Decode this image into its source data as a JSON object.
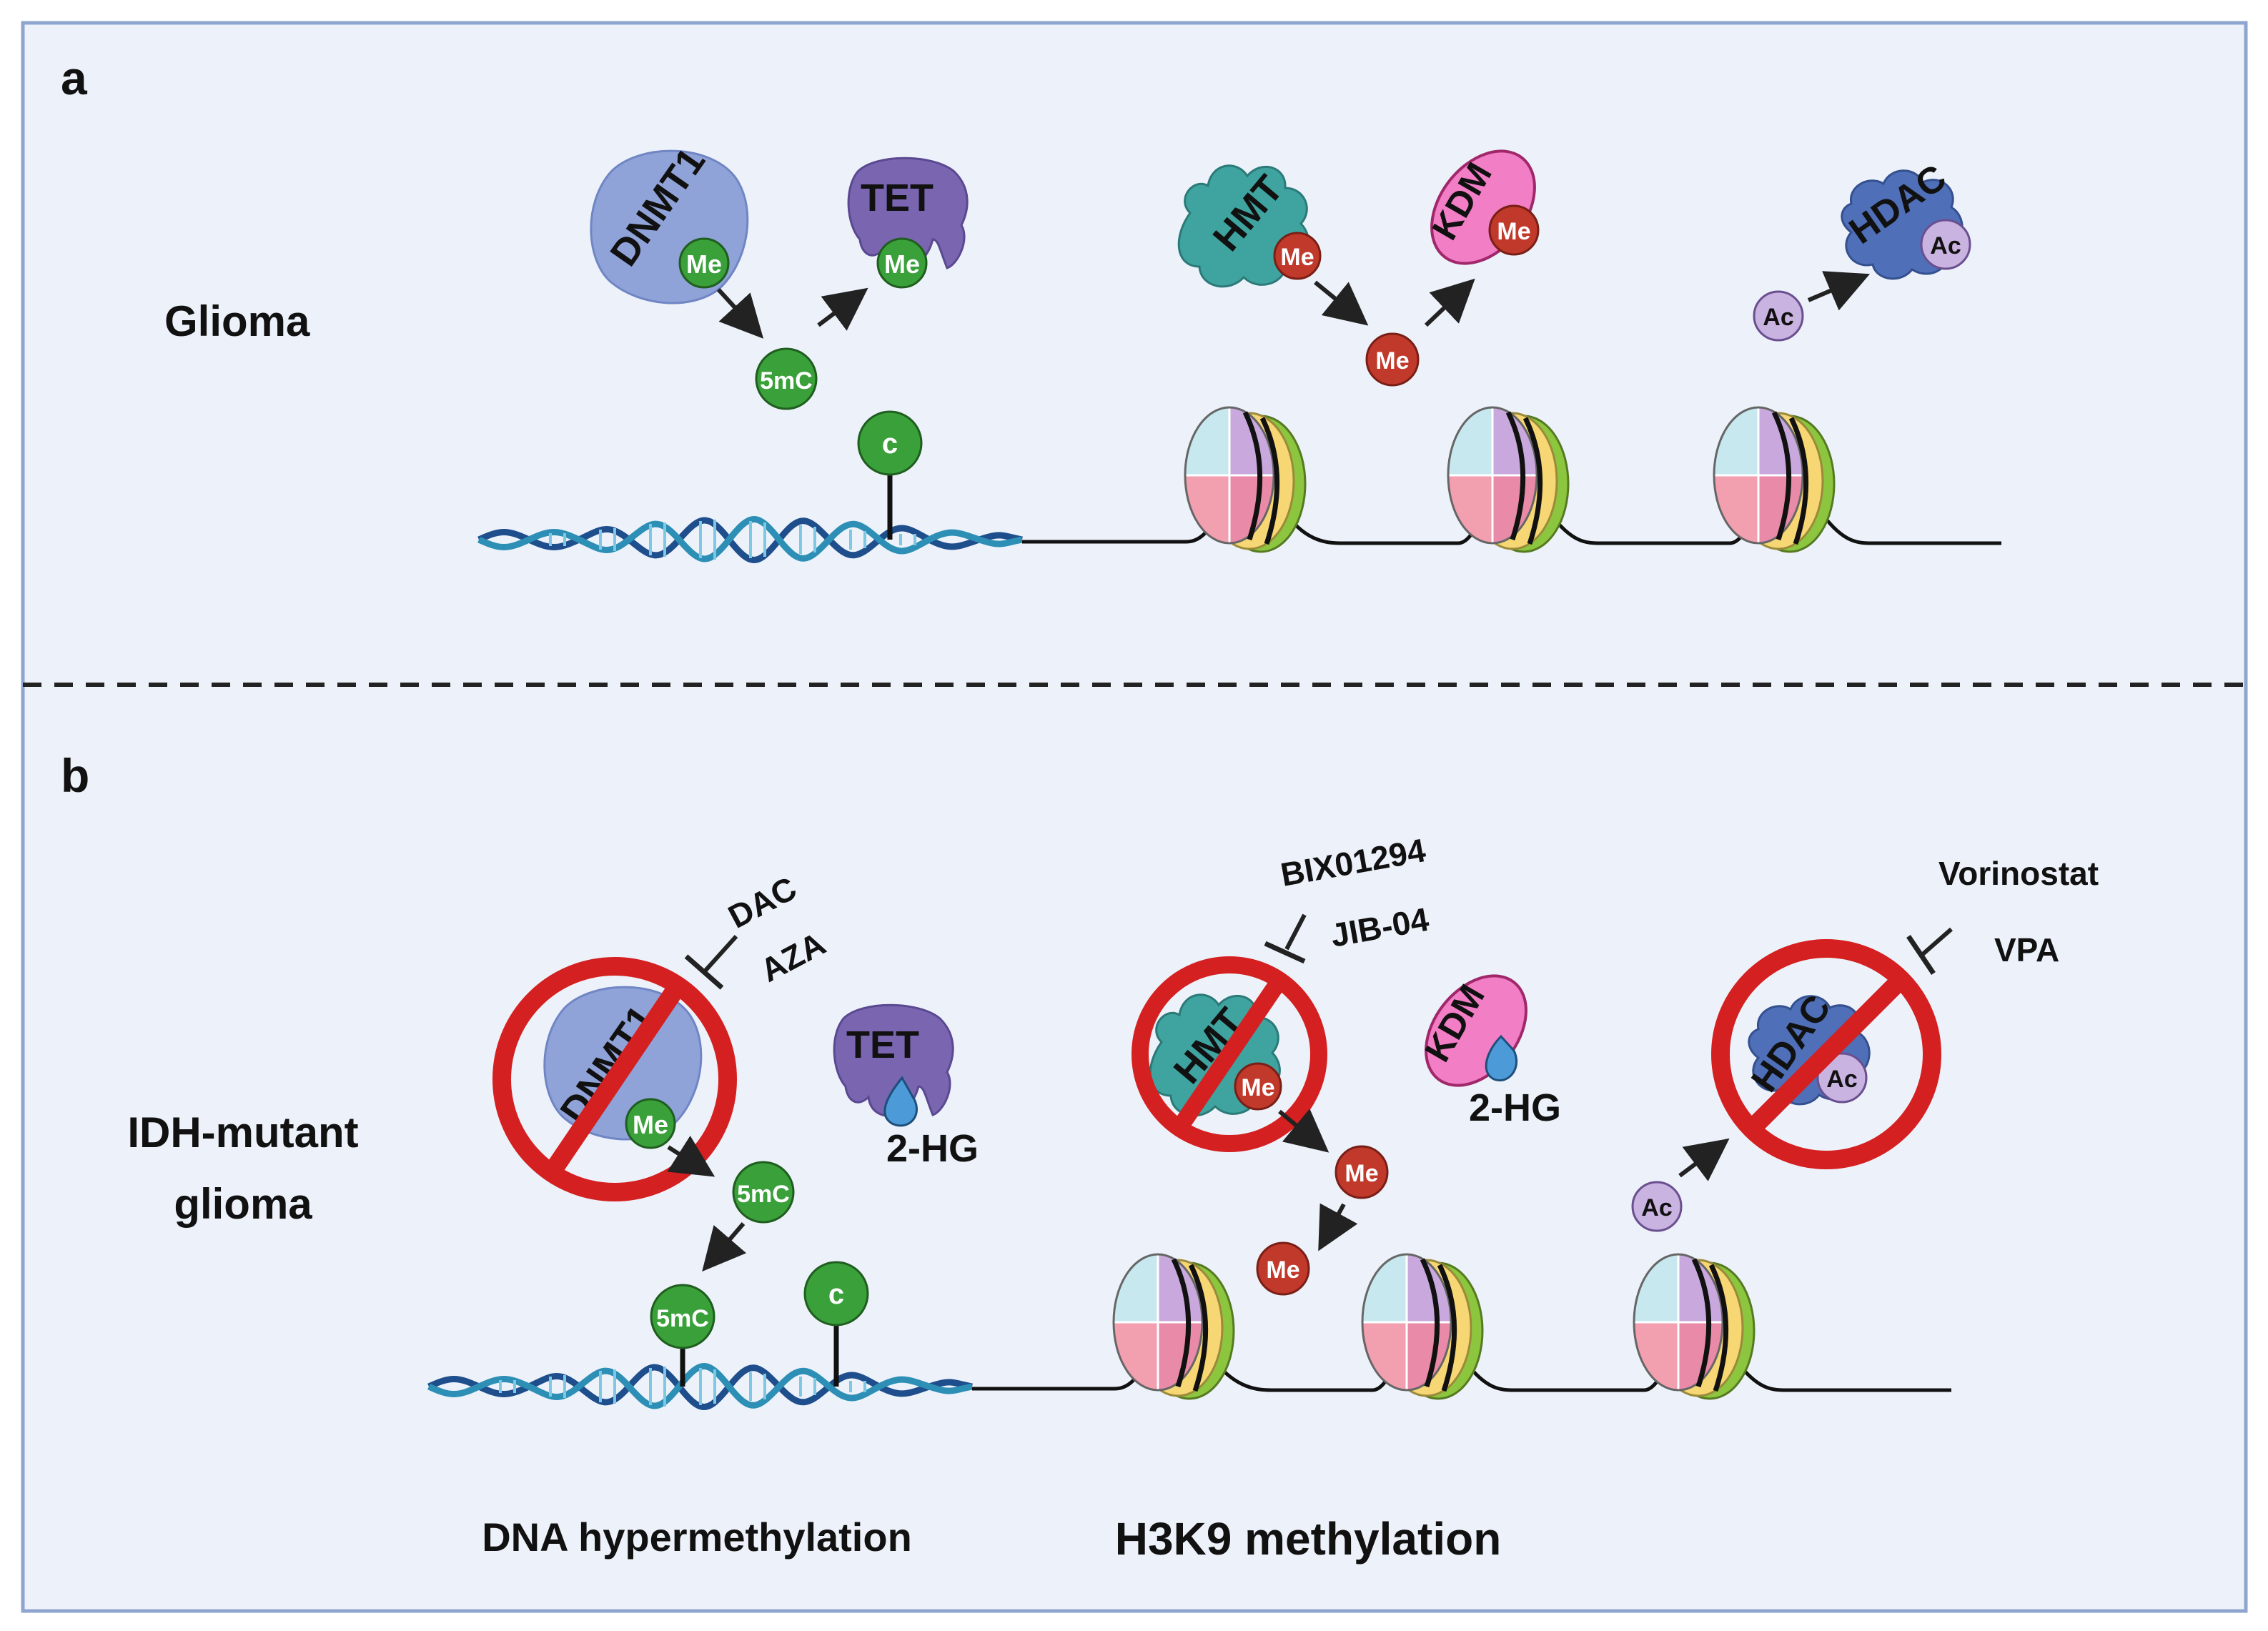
{
  "panels": {
    "a": {
      "letter": "a",
      "row_label": "Glioma",
      "enzymes": {
        "dnmt": "DNMT1",
        "tet": "TET",
        "hmt": "HMT",
        "kdm": "KDM",
        "hdac": "HDAC"
      },
      "marks": {
        "me": "Me",
        "five_mc": "5mC",
        "c": "c",
        "ac": "Ac"
      }
    },
    "b": {
      "letter": "b",
      "row_label_line1": "IDH-mutant",
      "row_label_line2": "glioma",
      "enzymes": {
        "dnmt": "DNMT1",
        "tet": "TET",
        "hmt": "HMT",
        "kdm": "KDM",
        "hdac": "HDAC"
      },
      "marks": {
        "me": "Me",
        "five_mc": "5mC",
        "c": "c",
        "ac": "Ac"
      },
      "oncometabolite": "2-HG",
      "inhibitors": {
        "dnmt": [
          "DAC",
          "AZA"
        ],
        "hmt": [
          "BIX01294",
          "JIB-04"
        ],
        "hdac": [
          "Vorinostat",
          "VPA"
        ]
      },
      "captions": {
        "dna": "DNA hypermethylation",
        "histone": "H3K9 methylation"
      }
    }
  },
  "colors": {
    "background": "#edf2fa",
    "border": "#8ea6cf",
    "dnmt": "#8fa3d8",
    "tet": "#7a66b0",
    "hmt": "#3fa3a0",
    "kdm": "#f27ec6",
    "hdac": "#4f6fb8",
    "methyl_green": "#3aa03a",
    "methyl_red": "#c0392b",
    "acetyl": "#c9b3e0",
    "prohibition": "#d42020",
    "two_hg": "#4d9ad9"
  }
}
